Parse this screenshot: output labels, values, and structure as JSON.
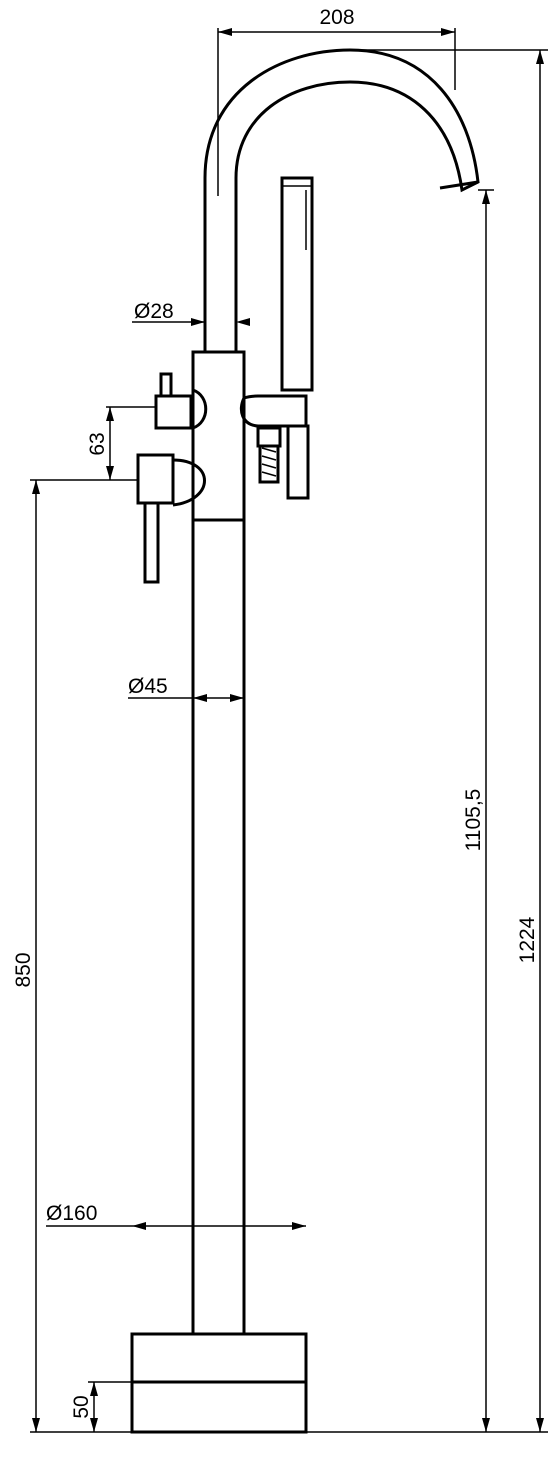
{
  "colors": {
    "line": "#000000",
    "background": "#ffffff"
  },
  "dimensions": {
    "spout_reach": "208",
    "spout_diameter": "Ø28",
    "handle_spacing": "63",
    "body_diameter": "Ø45",
    "base_diameter": "Ø160",
    "base_height": "50",
    "handle_height": "850",
    "spout_outlet_height": "1105,5",
    "total_height": "1224"
  }
}
